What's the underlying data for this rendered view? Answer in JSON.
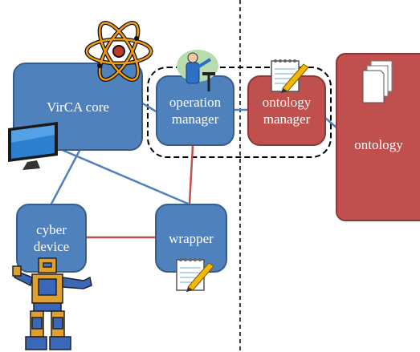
{
  "nodes": {
    "virca_core": "VirCA core",
    "operation_manager": "operation\nmanager",
    "ontology_manager": "ontology\nmanager",
    "ontology": "ontology",
    "cyber_device": "cyber\ndevice",
    "wrapper": "wrapper"
  },
  "colors": {
    "node_blue": "#4f81bd",
    "node_red": "#c0504d",
    "link_blue": "#4f81bd",
    "link_red": "#c0504d",
    "divider": "#000000"
  },
  "icons": [
    "atom-icon",
    "monitor-icon",
    "presenter-icon",
    "notepad-pencil-icon",
    "documents-icon",
    "robot-icon"
  ]
}
